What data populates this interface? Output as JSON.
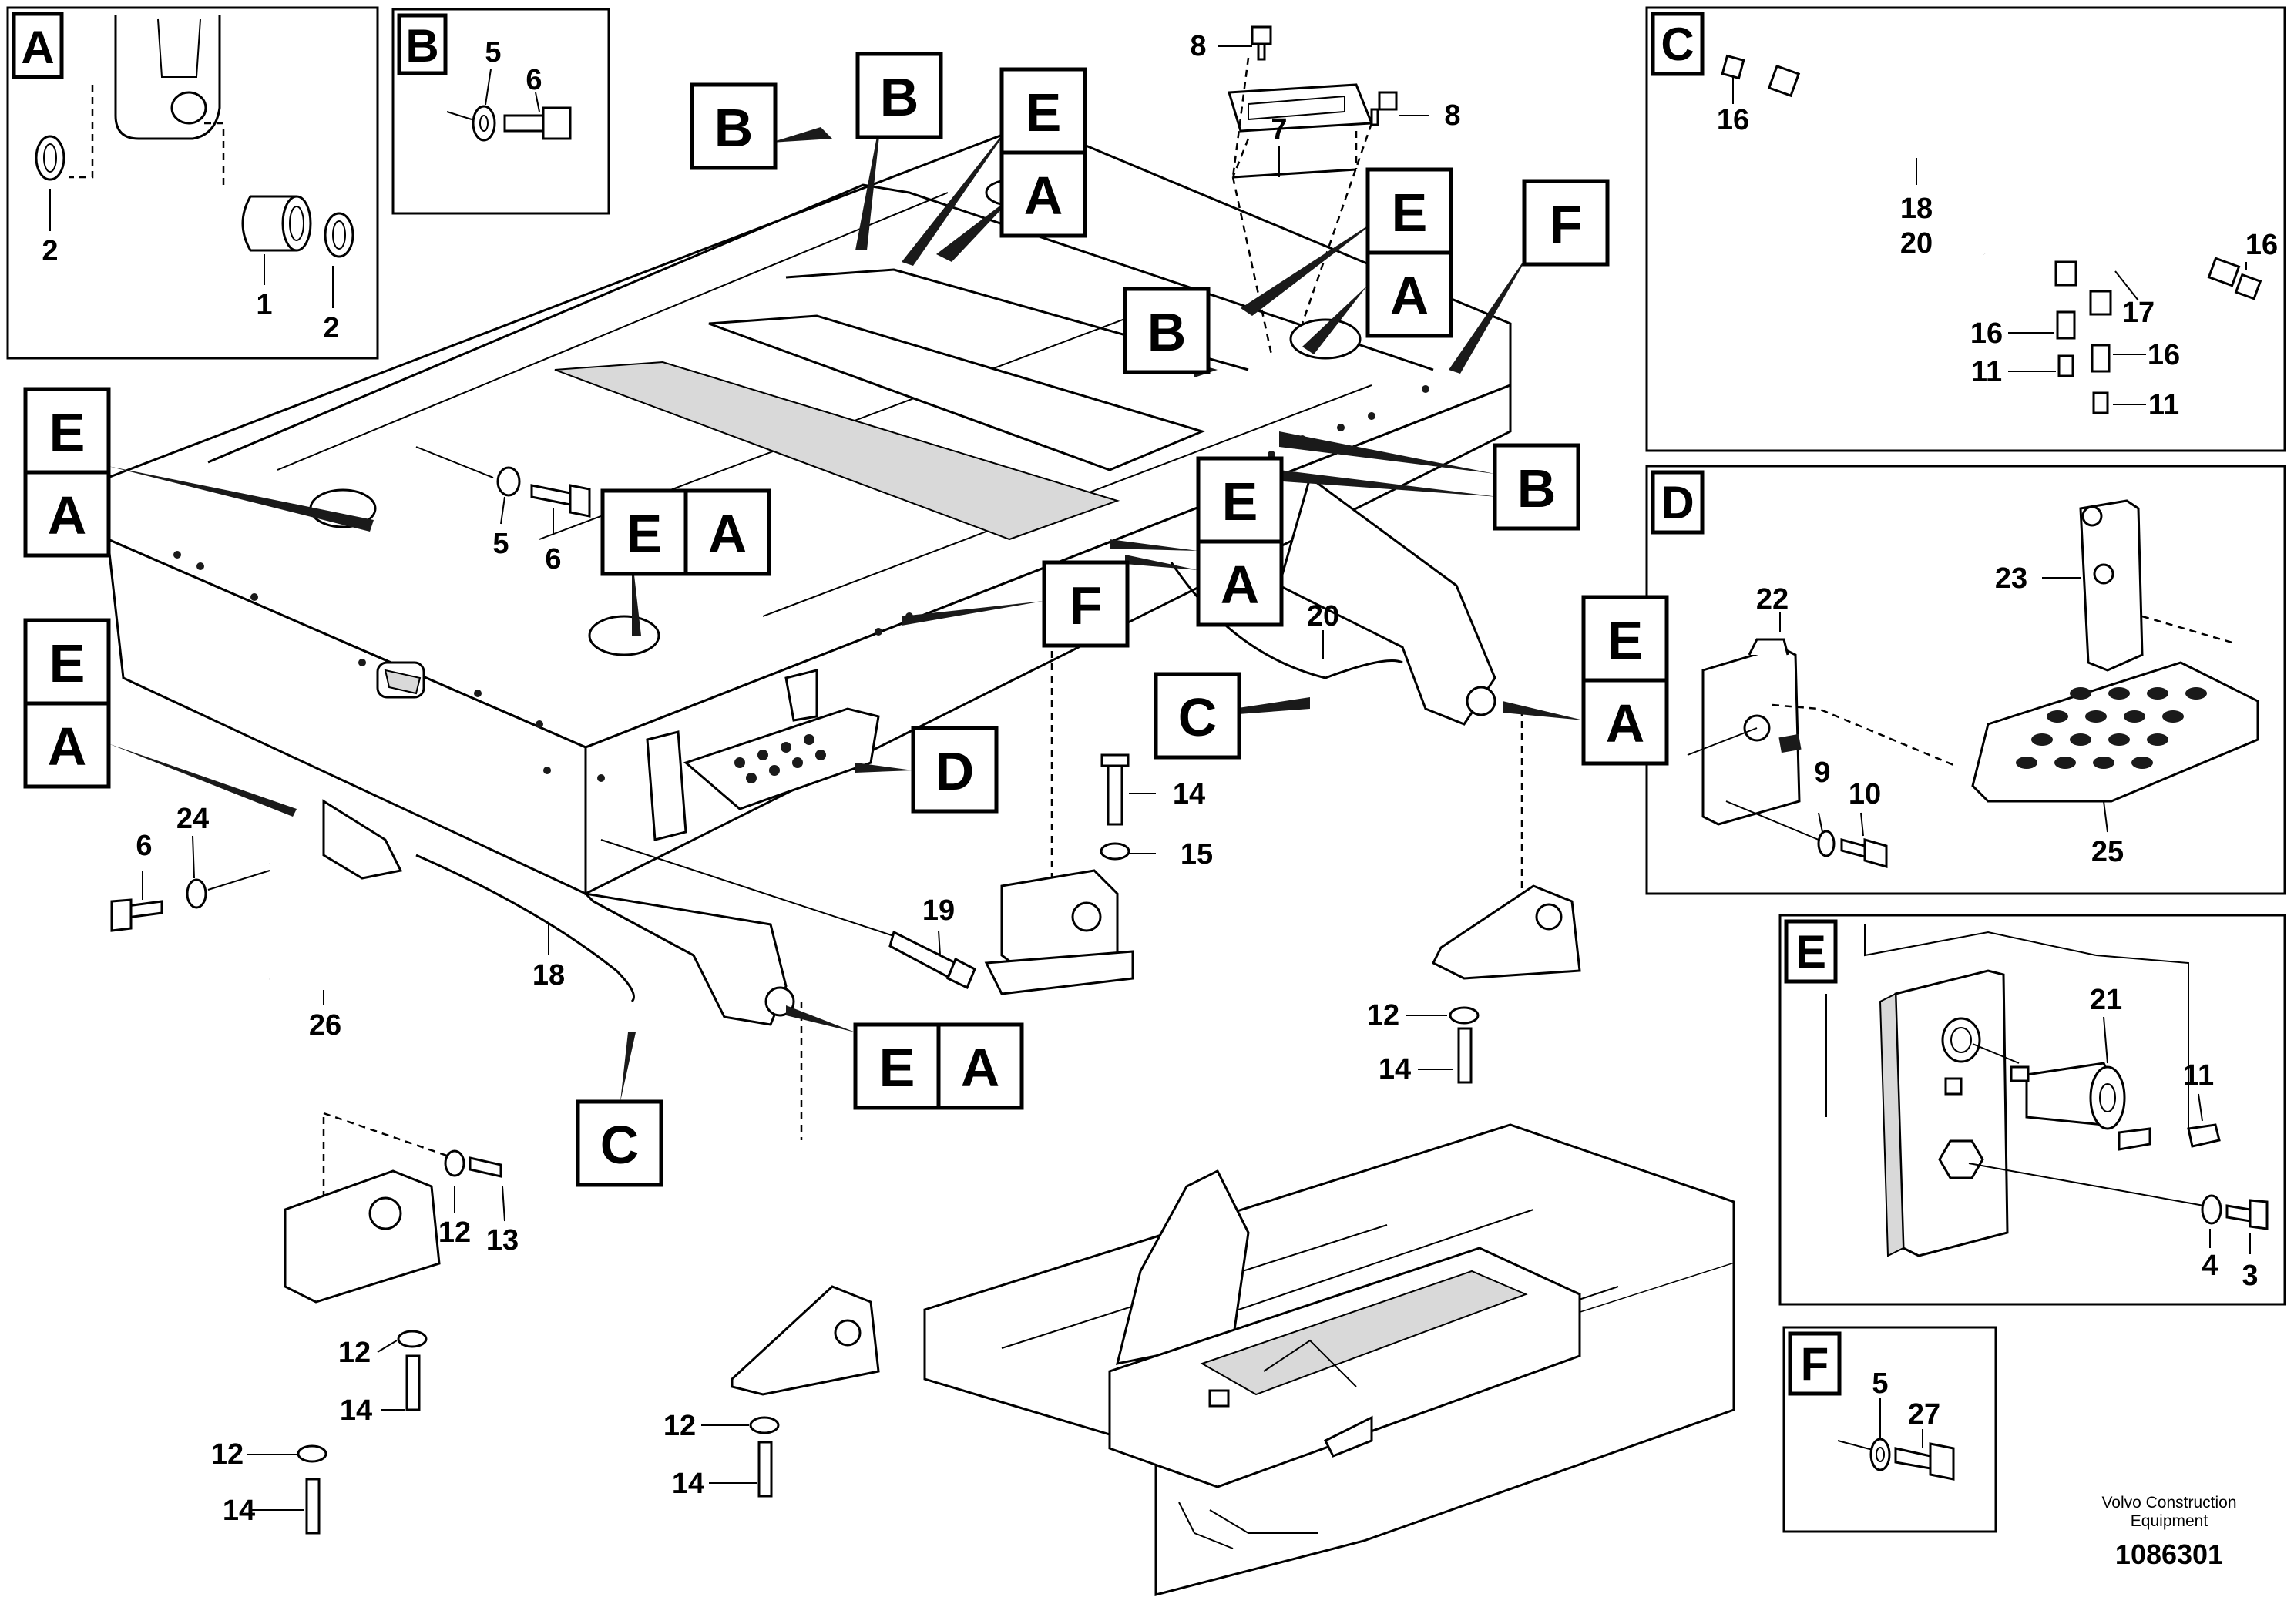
{
  "figure": {
    "callout_letters": [
      "A",
      "B",
      "C",
      "D",
      "E",
      "F"
    ],
    "part_numbers": [
      "1",
      "2",
      "3",
      "4",
      "5",
      "6",
      "7",
      "8",
      "9",
      "10",
      "11",
      "12",
      "13",
      "14",
      "15",
      "16",
      "17",
      "18",
      "19",
      "20",
      "21",
      "22",
      "23",
      "24",
      "25",
      "26",
      "27"
    ]
  },
  "insets": {
    "A": {
      "label": "A",
      "parts": [
        "2",
        "1",
        "2"
      ]
    },
    "B": {
      "label": "B",
      "parts": [
        "5",
        "6"
      ]
    },
    "C": {
      "label": "C",
      "parts": [
        "16",
        "18",
        "20",
        "16",
        "17",
        "16",
        "16",
        "11",
        "11"
      ]
    },
    "D": {
      "label": "D",
      "parts": [
        "22",
        "23",
        "9",
        "10",
        "25"
      ]
    },
    "E": {
      "label": "E",
      "parts": [
        "21",
        "11",
        "4",
        "3"
      ]
    },
    "F": {
      "label": "F",
      "parts": [
        "5",
        "27"
      ]
    }
  },
  "main": {
    "callouts": [
      "B",
      "B",
      "E",
      "A",
      "E",
      "A",
      "F",
      "B",
      "E",
      "A",
      "E",
      "A",
      "F",
      "B",
      "E",
      "A",
      "C",
      "E",
      "A",
      "D",
      "E",
      "A",
      "C"
    ],
    "parts": [
      "8",
      "8",
      "7",
      "5",
      "6",
      "20",
      "14",
      "15",
      "6",
      "24",
      "19",
      "18",
      "26",
      "12",
      "14",
      "12",
      "13",
      "12",
      "14",
      "12",
      "14",
      "12",
      "14"
    ]
  },
  "footer": {
    "credit_line1": "Volvo Construction",
    "credit_line2": "Equipment",
    "doc_number": "1086301"
  }
}
